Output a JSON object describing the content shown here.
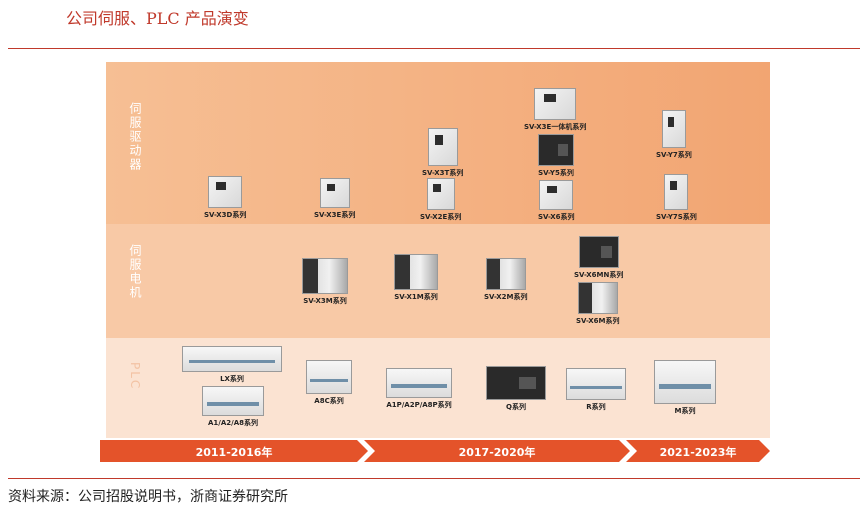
{
  "title": "公司伺服、PLC 产品演变",
  "source": "资料来源：公司招股说明书，浙商证券研究所",
  "bands": {
    "drive": "伺服驱动器",
    "motor": "伺服电机",
    "plc": "PLC"
  },
  "products": {
    "drive": [
      "SV-X3D系列",
      "SV-X3E系列",
      "SV-X3T系列",
      "SV-X2E系列",
      "SV-X3E一体机系列",
      "SV-Y5系列",
      "SV-X6系列",
      "SV-Y7系列",
      "SV-Y7S系列"
    ],
    "motor": [
      "SV-X3M系列",
      "SV-X1M系列",
      "SV-X2M系列",
      "SV-X6MN系列",
      "SV-X6M系列"
    ],
    "plc": [
      "LX系列",
      "A1/A2/A8系列",
      "A8C系列",
      "A1P/A2P/A8P系列",
      "Q系列",
      "R系列",
      "M系列"
    ]
  },
  "timeline": [
    "2011-2016年",
    "2017-2020年",
    "2021-2023年"
  ],
  "colors": {
    "accent": "#c0392b",
    "timeline": "#e4532a"
  }
}
